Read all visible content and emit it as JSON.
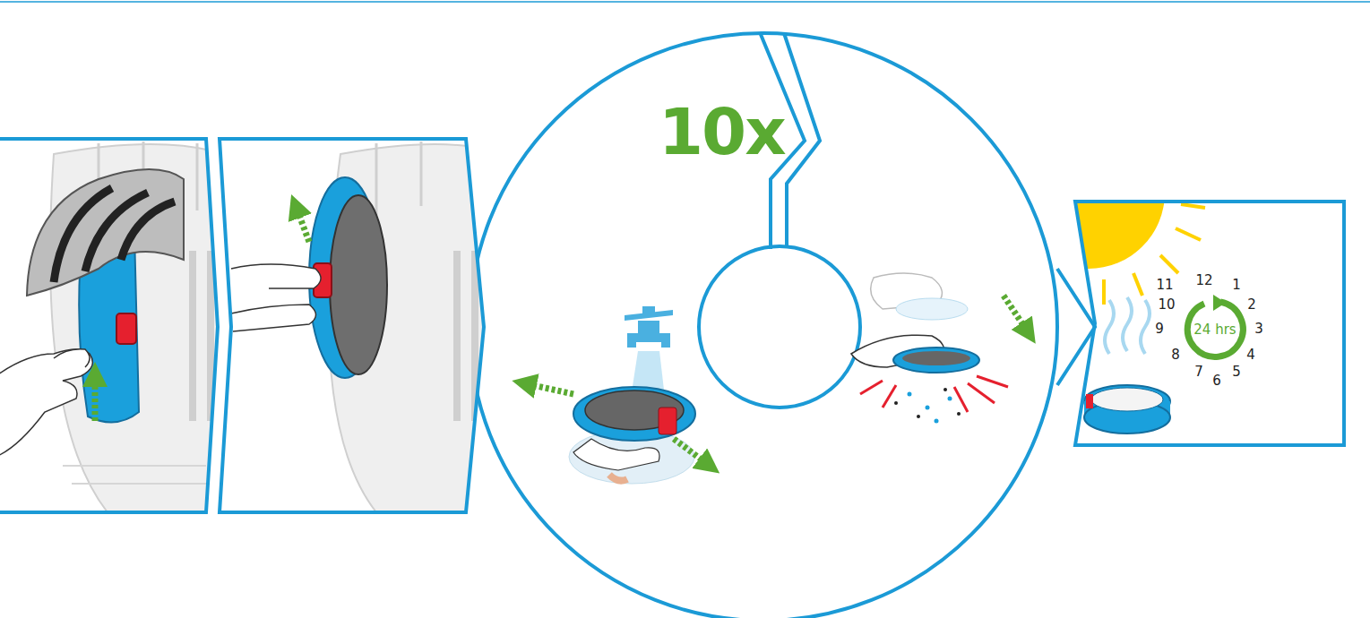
{
  "diagram": {
    "nodes": [
      {
        "text": [
          "10x"
        ]
      },
      {
        "text": [
          "24 hrs"
        ]
      }
    ],
    "labels": [
      "11",
      "12",
      "1",
      "10",
      "2",
      "9",
      "3",
      "8",
      "4",
      "7",
      "6",
      "5"
    ]
  }
}
